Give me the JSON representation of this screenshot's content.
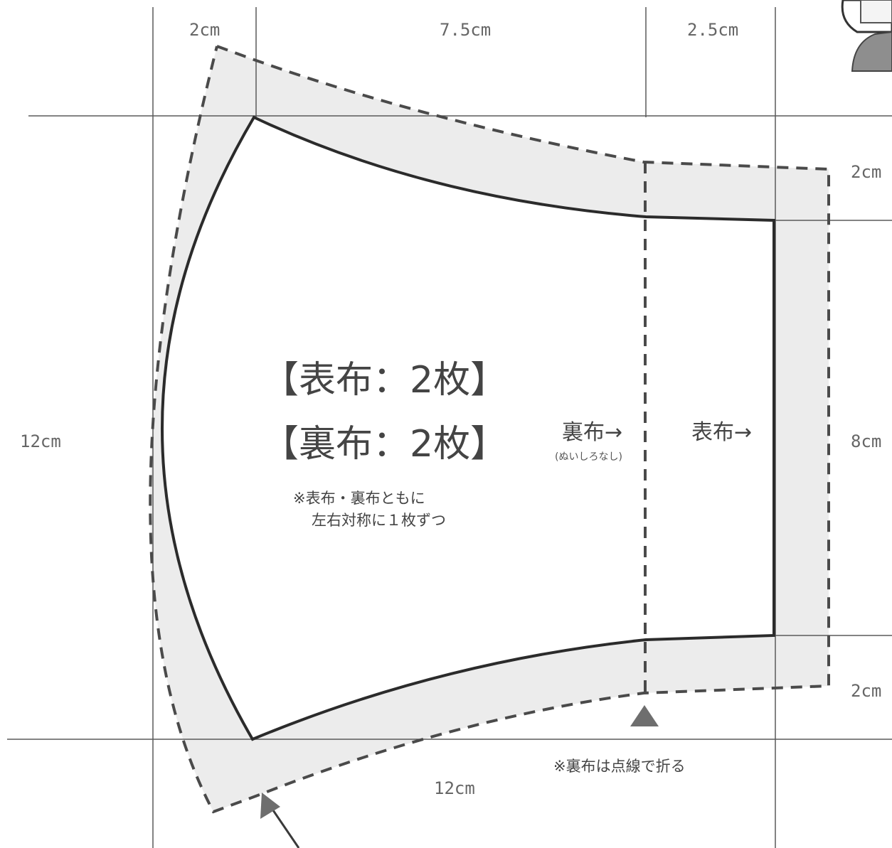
{
  "dimensions": {
    "top_left_seam": "2cm",
    "top_middle": "7.5cm",
    "top_right": "2.5cm",
    "right_top_seam": "2cm",
    "right_height": "8cm",
    "right_bottom_seam": "2cm",
    "left_height": "12cm",
    "bottom_width": "12cm"
  },
  "labels": {
    "outer_fabric_count": "【表布：2枚】",
    "inner_fabric_count": "【裏布：2枚】",
    "note_symmetric_line1": "※表布・裏布ともに",
    "note_symmetric_line2": "左右対称に１枚ずつ",
    "inner_fabric_pointer": "裏布→",
    "inner_fabric_no_allowance": "(ぬいしろなし)",
    "outer_fabric_pointer": "表布→",
    "fold_note": "※裏布は点線で折る"
  },
  "icons": {
    "fold_marker": "triangle-up-icon",
    "seam_pointer": "arrow-pointer-icon",
    "character": "person-illustration-icon"
  },
  "colors": {
    "pattern_line": "#2b2b2b",
    "guide_line": "#5a5a5a",
    "seam_fill": "#ececec",
    "marker": "#6e6e6e"
  }
}
